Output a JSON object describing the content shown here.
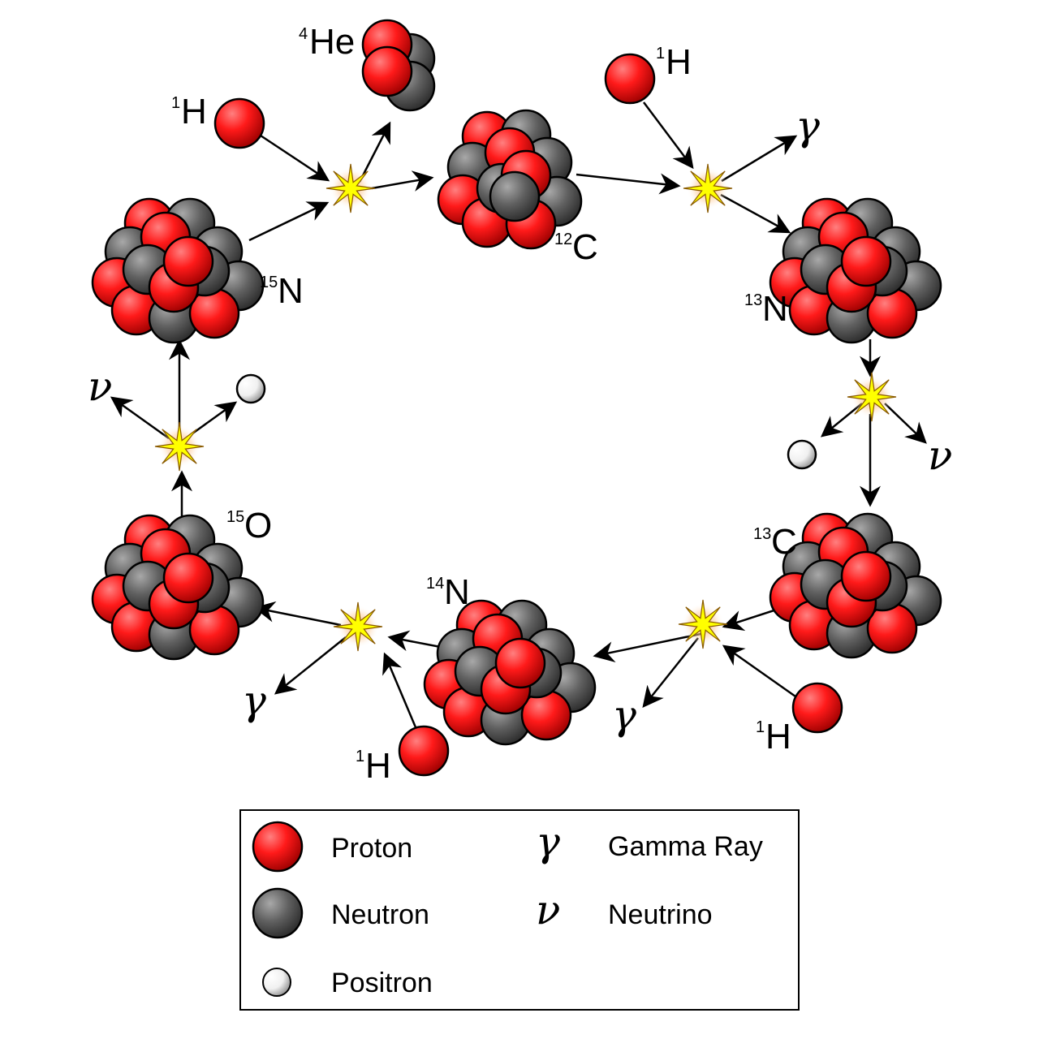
{
  "nuclei": {
    "c12": {
      "mass": "12",
      "symbol": "C"
    },
    "n13": {
      "mass": "13",
      "symbol": "N"
    },
    "c13": {
      "mass": "13",
      "symbol": "C"
    },
    "n14": {
      "mass": "14",
      "symbol": "N"
    },
    "o15": {
      "mass": "15",
      "symbol": "O"
    },
    "n15": {
      "mass": "15",
      "symbol": "N"
    },
    "he4": {
      "mass": "4",
      "symbol": "He"
    },
    "h1": {
      "mass": "1",
      "symbol": "H"
    }
  },
  "symbols": {
    "gamma": "γ",
    "neutrino": "ν"
  },
  "legend": {
    "proton": "Proton",
    "neutron": "Neutron",
    "positron": "Positron",
    "gamma_ray": "Gamma Ray",
    "neutrino": "Neutrino"
  },
  "colors": {
    "proton": "#ff0000",
    "neutron": "#555555",
    "positron": "#ffffff",
    "burst": "#ffff00",
    "arrow": "#000000"
  }
}
